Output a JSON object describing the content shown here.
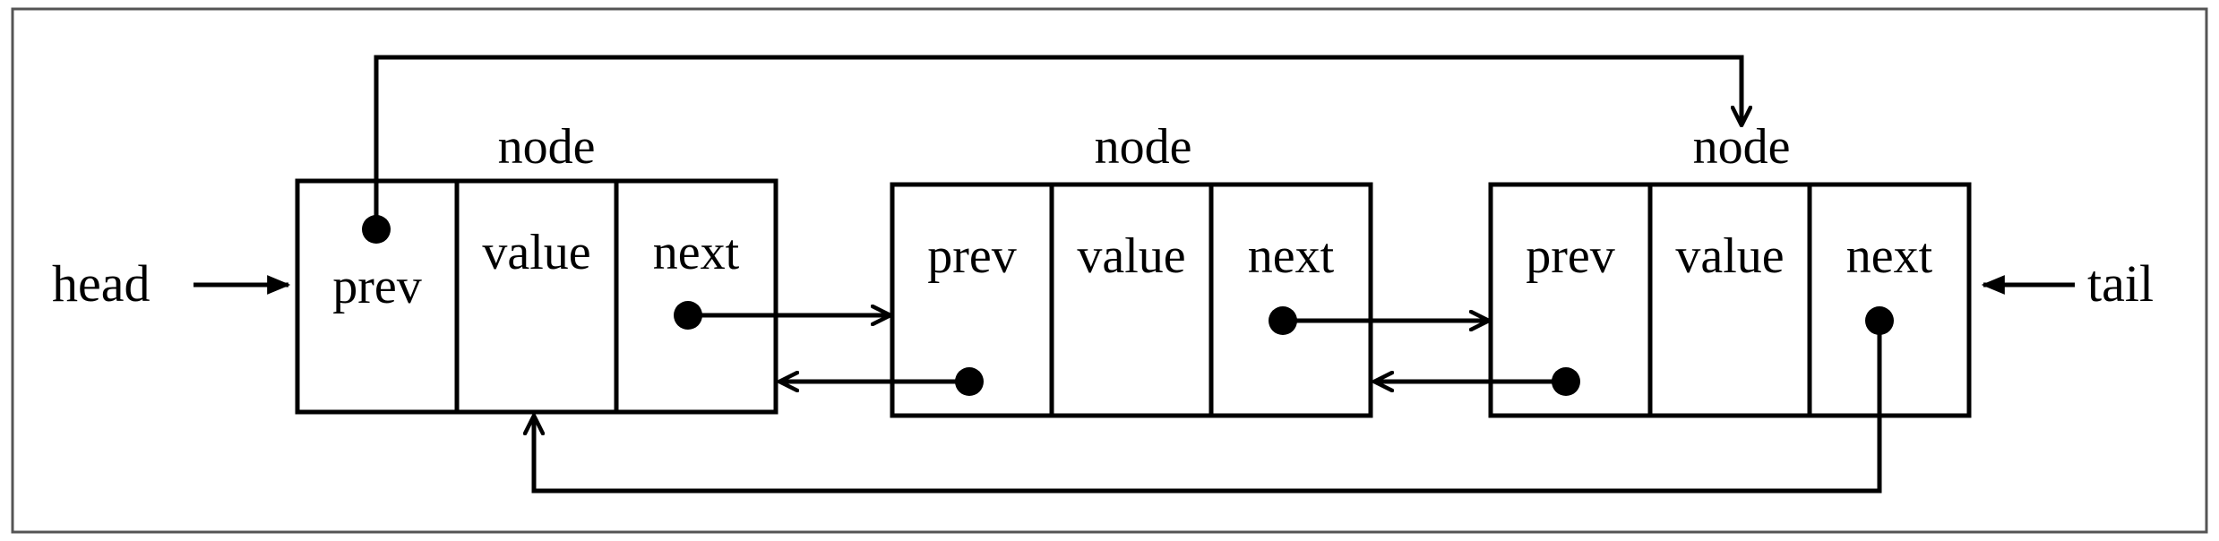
{
  "diagram": {
    "stroke_color": "#000000",
    "background_color": "#ffffff",
    "labels": {
      "head": "head",
      "tail": "tail"
    },
    "nodes": [
      {
        "title": "node",
        "fields": [
          "prev",
          "value",
          "next"
        ]
      },
      {
        "title": "node",
        "fields": [
          "prev",
          "value",
          "next"
        ]
      },
      {
        "title": "node",
        "fields": [
          "prev",
          "value",
          "next"
        ]
      }
    ]
  }
}
